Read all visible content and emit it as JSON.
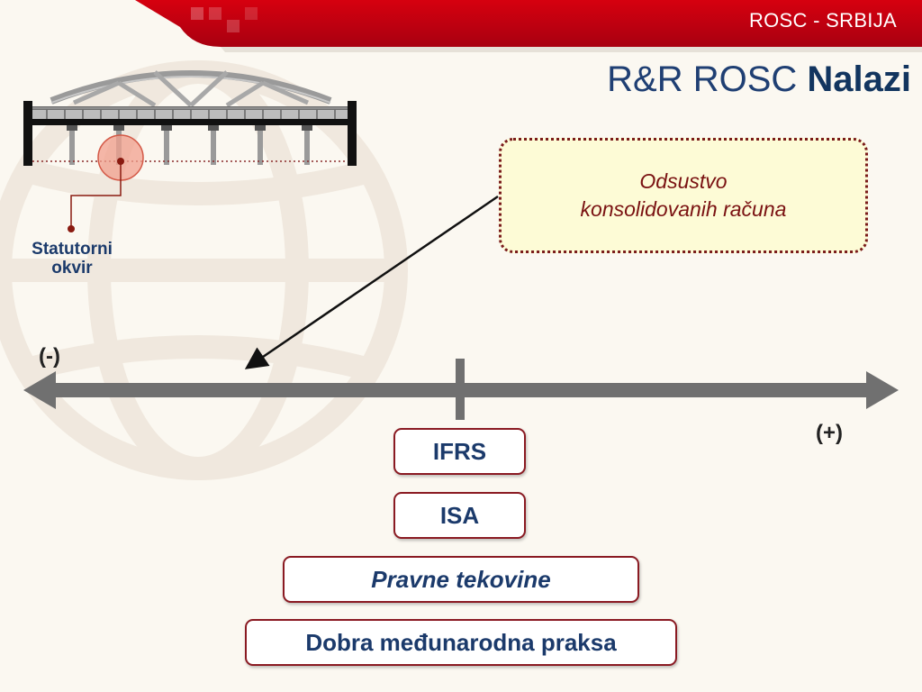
{
  "header": {
    "text": "ROSC - SRBIJA"
  },
  "title": {
    "regular": "R&R ROSC ",
    "bold": "Nalazi"
  },
  "statutory_label": {
    "line1": "Statutorni",
    "line2": "okvir"
  },
  "callout": {
    "line1": "Odsustvo",
    "line2": "konsolidovanih računa"
  },
  "axis": {
    "minus": "(-)",
    "plus": "(+)"
  },
  "pills": {
    "ifrs": "IFRS",
    "isa": "ISA",
    "pravne": "Pravne tekovine",
    "dobra": "Dobra međunarodna praksa"
  },
  "colors": {
    "header_red": "#c4000f",
    "title_blue": "#1f3f73",
    "pill_border": "#8a1a22",
    "callout_bg": "#fdfbd6",
    "axis_gray": "#707070"
  }
}
